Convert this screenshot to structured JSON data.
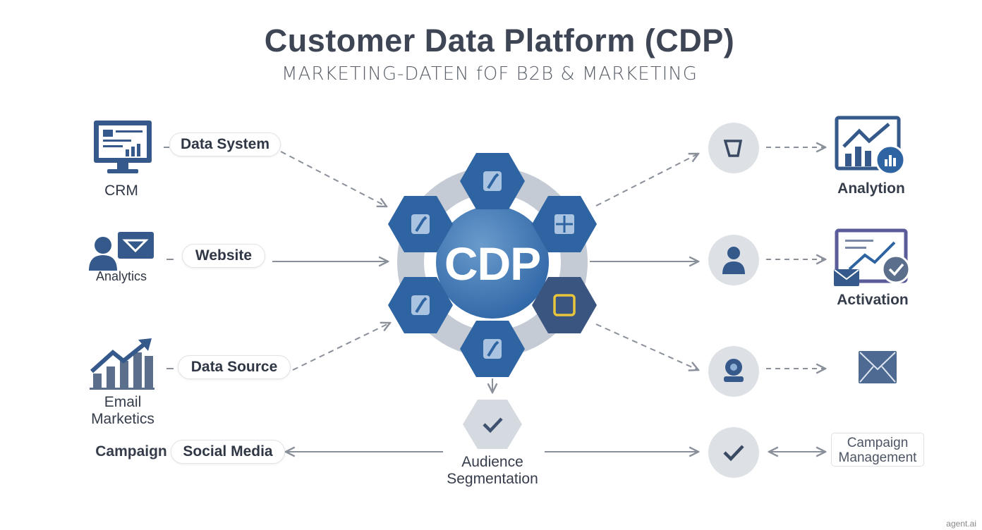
{
  "header": {
    "title": "Customer Data Platform (CDP)",
    "subtitle": "MARKETING-DATEN fOF B2B & MARKETING"
  },
  "center": {
    "label": "CDP"
  },
  "sources": [
    {
      "icon_label": "CRM",
      "pill": "Data System",
      "icon": "monitor-chart-icon"
    },
    {
      "icon_label": "Analytics",
      "pill": "Website",
      "icon": "user-message-icon"
    },
    {
      "icon_label": "Email Marketics",
      "pill": "Data Source",
      "icon": "growth-chart-icon"
    },
    {
      "icon_label": "Campaign",
      "pill": "Social Media",
      "icon": "none"
    }
  ],
  "segmentation": {
    "label": "Audience Segmentation"
  },
  "outputs": [
    {
      "label": "Analytion",
      "node_icon": "cup-icon",
      "icon": "analytics-chart-icon"
    },
    {
      "label": "Activation",
      "node_icon": "user-icon",
      "icon": "activation-dashboard-icon"
    },
    {
      "label": "",
      "node_icon": "webcam-icon",
      "icon": "envelope-icon"
    },
    {
      "label": "Campaign Management",
      "node_icon": "check-icon",
      "icon": "none"
    }
  ],
  "watermark": "agent.ai",
  "colors": {
    "primary": "#2f64a3",
    "dark": "#3a5680",
    "ring": "#c5ccd6",
    "text": "#3b4250",
    "accent": "#e8c53a"
  }
}
